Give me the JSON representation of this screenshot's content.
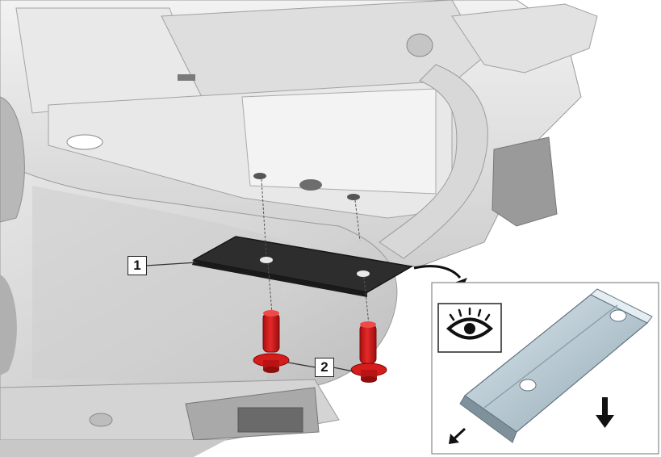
{
  "callouts": [
    {
      "id": "1",
      "text": "1"
    },
    {
      "id": "2",
      "text": "2"
    }
  ],
  "icons": {
    "view": "eye-icon",
    "direction_down": "arrow-down-icon",
    "direction_left_down": "arrow-down-left-icon",
    "transition": "curved-arrow-icon"
  },
  "colors": {
    "fastener": "#d71c1c",
    "bracket": "#2a2a2a",
    "detail_bracket": "#b9c9d2",
    "chassis": "#dcdcdc"
  }
}
